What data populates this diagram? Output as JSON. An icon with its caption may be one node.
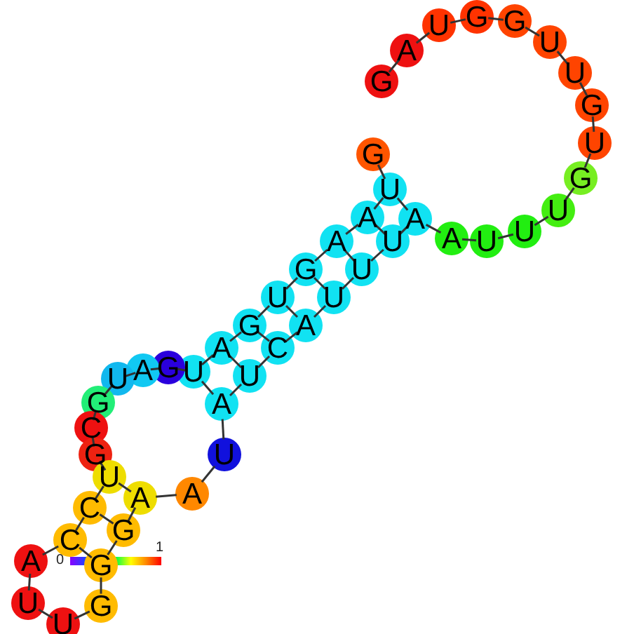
{
  "diagram": {
    "nodes": [
      {
        "text": [
          "G"
        ]
      },
      {
        "text": [
          "U"
        ]
      },
      {
        "text": [
          "A"
        ]
      },
      {
        "text": [
          "A"
        ]
      },
      {
        "text": [
          "G"
        ]
      },
      {
        "text": [
          "U"
        ]
      },
      {
        "text": [
          "G"
        ]
      },
      {
        "text": [
          "A"
        ]
      },
      {
        "text": [
          "U"
        ]
      },
      {
        "text": [
          "G"
        ]
      },
      {
        "text": [
          "A"
        ]
      },
      {
        "text": [
          "U"
        ]
      },
      {
        "text": [
          "G"
        ]
      },
      {
        "text": [
          "C"
        ]
      },
      {
        "text": [
          "G"
        ]
      },
      {
        "text": [
          "U"
        ]
      },
      {
        "text": [
          "C"
        ]
      },
      {
        "text": [
          "C"
        ]
      },
      {
        "text": [
          "A"
        ]
      },
      {
        "text": [
          "U"
        ]
      },
      {
        "text": [
          "U"
        ]
      },
      {
        "text": [
          "G"
        ]
      },
      {
        "text": [
          "G"
        ]
      },
      {
        "text": [
          "G"
        ]
      },
      {
        "text": [
          "A"
        ]
      },
      {
        "text": [
          "A"
        ]
      },
      {
        "text": [
          "U"
        ]
      },
      {
        "text": [
          "A"
        ]
      },
      {
        "text": [
          "U"
        ]
      },
      {
        "text": [
          "C"
        ]
      },
      {
        "text": [
          "A"
        ]
      },
      {
        "text": [
          "U"
        ]
      },
      {
        "text": [
          "U"
        ]
      },
      {
        "text": [
          "U"
        ]
      },
      {
        "text": [
          "A"
        ]
      },
      {
        "text": [
          "A"
        ]
      },
      {
        "text": [
          "U"
        ]
      },
      {
        "text": [
          "U"
        ]
      },
      {
        "text": [
          "U"
        ]
      },
      {
        "text": [
          "G"
        ]
      },
      {
        "text": [
          "U"
        ]
      },
      {
        "text": [
          "G"
        ]
      },
      {
        "text": [
          "U"
        ]
      },
      {
        "text": [
          "U"
        ]
      },
      {
        "text": [
          "G"
        ]
      },
      {
        "text": [
          "G"
        ]
      },
      {
        "text": [
          "U"
        ]
      },
      {
        "text": [
          "A"
        ]
      },
      {
        "text": [
          "G"
        ]
      }
    ],
    "edges": [
      {
        "from": 0,
        "to": 1,
        "arrow": "none"
      },
      {
        "from": 1,
        "to": 2,
        "arrow": "none"
      },
      {
        "from": 2,
        "to": 3,
        "arrow": "none"
      },
      {
        "from": 3,
        "to": 4,
        "arrow": "none"
      },
      {
        "from": 4,
        "to": 5,
        "arrow": "none"
      },
      {
        "from": 5,
        "to": 6,
        "arrow": "none"
      },
      {
        "from": 6,
        "to": 7,
        "arrow": "none"
      },
      {
        "from": 7,
        "to": 8,
        "arrow": "none"
      },
      {
        "from": 8,
        "to": 9,
        "arrow": "none"
      },
      {
        "from": 9,
        "to": 10,
        "arrow": "none"
      },
      {
        "from": 10,
        "to": 11,
        "arrow": "none"
      },
      {
        "from": 11,
        "to": 12,
        "arrow": "none"
      },
      {
        "from": 12,
        "to": 13,
        "arrow": "none"
      },
      {
        "from": 13,
        "to": 14,
        "arrow": "none"
      },
      {
        "from": 14,
        "to": 15,
        "arrow": "none"
      },
      {
        "from": 15,
        "to": 16,
        "arrow": "none"
      },
      {
        "from": 16,
        "to": 17,
        "arrow": "none"
      },
      {
        "from": 17,
        "to": 18,
        "arrow": "none"
      },
      {
        "from": 18,
        "to": 19,
        "arrow": "none"
      },
      {
        "from": 19,
        "to": 20,
        "arrow": "none"
      },
      {
        "from": 20,
        "to": 21,
        "arrow": "none"
      },
      {
        "from": 21,
        "to": 22,
        "arrow": "none"
      },
      {
        "from": 22,
        "to": 23,
        "arrow": "none"
      },
      {
        "from": 23,
        "to": 24,
        "arrow": "none"
      },
      {
        "from": 24,
        "to": 25,
        "arrow": "none"
      },
      {
        "from": 25,
        "to": 26,
        "arrow": "none"
      },
      {
        "from": 26,
        "to": 27,
        "arrow": "none"
      },
      {
        "from": 27,
        "to": 28,
        "arrow": "none"
      },
      {
        "from": 28,
        "to": 29,
        "arrow": "none"
      },
      {
        "from": 29,
        "to": 30,
        "arrow": "none"
      },
      {
        "from": 30,
        "to": 31,
        "arrow": "none"
      },
      {
        "from": 31,
        "to": 32,
        "arrow": "none"
      },
      {
        "from": 32,
        "to": 33,
        "arrow": "none"
      },
      {
        "from": 33,
        "to": 34,
        "arrow": "none"
      },
      {
        "from": 34,
        "to": 35,
        "arrow": "none"
      },
      {
        "from": 35,
        "to": 36,
        "arrow": "none"
      },
      {
        "from": 36,
        "to": 37,
        "arrow": "none"
      },
      {
        "from": 37,
        "to": 38,
        "arrow": "none"
      },
      {
        "from": 38,
        "to": 39,
        "arrow": "none"
      },
      {
        "from": 39,
        "to": 40,
        "arrow": "none"
      },
      {
        "from": 40,
        "to": 41,
        "arrow": "none"
      },
      {
        "from": 41,
        "to": 42,
        "arrow": "none"
      },
      {
        "from": 42,
        "to": 43,
        "arrow": "none"
      },
      {
        "from": 43,
        "to": 44,
        "arrow": "none"
      },
      {
        "from": 44,
        "to": 45,
        "arrow": "none"
      },
      {
        "from": 45,
        "to": 46,
        "arrow": "none"
      },
      {
        "from": 46,
        "to": 47,
        "arrow": "none"
      },
      {
        "from": 47,
        "to": 48,
        "arrow": "none"
      },
      {
        "from": 1,
        "to": 34,
        "arrow": "none"
      },
      {
        "from": 2,
        "to": 33,
        "arrow": "none"
      },
      {
        "from": 3,
        "to": 32,
        "arrow": "none"
      },
      {
        "from": 4,
        "to": 31,
        "arrow": "none"
      },
      {
        "from": 5,
        "to": 30,
        "arrow": "none"
      },
      {
        "from": 6,
        "to": 29,
        "arrow": "none"
      },
      {
        "from": 7,
        "to": 28,
        "arrow": "none"
      },
      {
        "from": 8,
        "to": 27,
        "arrow": "none"
      },
      {
        "from": 15,
        "to": 24,
        "arrow": "none"
      },
      {
        "from": 16,
        "to": 23,
        "arrow": "none"
      },
      {
        "from": 17,
        "to": 22,
        "arrow": "none"
      }
    ],
    "labels": [
      "0",
      "1"
    ]
  }
}
